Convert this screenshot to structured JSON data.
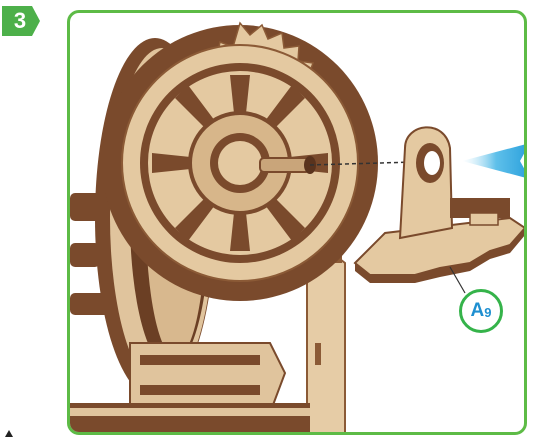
{
  "step": {
    "number": "3"
  },
  "part": {
    "letter": "A",
    "index": "9"
  },
  "colors": {
    "frame": "#5dbb46",
    "badge": "#4db04a",
    "label_ring": "#35b34a",
    "label_text": "#1f8fd0",
    "arrow": "#33aadd",
    "wood_light": "#e0c49d",
    "wood_dark": "#7a4a2c"
  }
}
